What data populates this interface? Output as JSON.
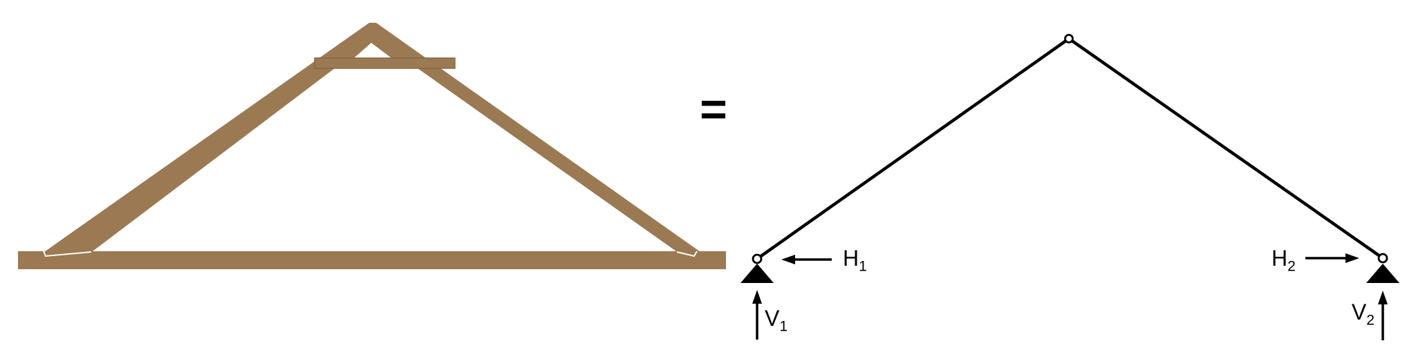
{
  "colors": {
    "wood": "#9b7952",
    "wood_edge": "#846843",
    "ink": "#000000",
    "background": "#ffffff"
  },
  "equals": {
    "symbol": "="
  },
  "model": {
    "left_support": {
      "h_label": {
        "base": "H",
        "sub": "1"
      },
      "v_label": {
        "base": "V",
        "sub": "1"
      }
    },
    "right_support": {
      "h_label": {
        "base": "H",
        "sub": "2"
      },
      "v_label": {
        "base": "V",
        "sub": "2"
      }
    }
  }
}
